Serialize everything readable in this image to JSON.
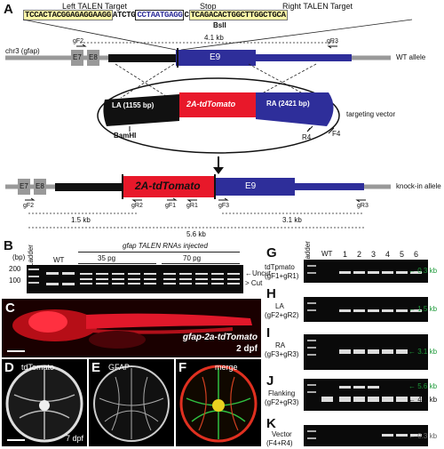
{
  "panelA": {
    "label": "A",
    "left_target_label": "Left TALEN Target",
    "stop_label": "Stop",
    "right_target_label": "Right TALEN Target",
    "seq_left": "TCCACTACGGAGAGGAAGG",
    "seq_mid1": "ATCTG",
    "seq_stop": "CCTAATGAGG",
    "seq_mid2": "C",
    "seq_right": "TCAGACACTGGCTTGGCTGCA",
    "enzyme1": "BsII",
    "chr_label": "chr3 (gfap)",
    "dist_wt": "4.1 kb",
    "primer_gF2": "gF2",
    "primer_gR3": "gR3",
    "exon7": "E7",
    "exon8": "E8",
    "exon9": "E9",
    "wt_allele": "WT allele",
    "la": "LA (1155 bp)",
    "cassette": "2A-tdTomato",
    "ra": "RA (2421 bp)",
    "enzyme2": "BamHI",
    "primer_R4": "R4",
    "primer_F4": "F4",
    "targeting_vector": "targeting vector",
    "ki_allele": "knock-in allele",
    "primer_gR2": "gR2",
    "primer_gF1": "gF1",
    "primer_gR1": "gR1",
    "primer_gF3": "gF3",
    "dist_left": "1.5 kb",
    "dist_right": "3.1 kb",
    "dist_total": "5.6 kb"
  },
  "panelB": {
    "label": "B",
    "ladder": "Ladder",
    "bp": "(bp)",
    "tick200": "200",
    "tick100": "100",
    "wt": "WT",
    "group_title": "gfap TALEN RNAs injected",
    "dose1": "35 pg",
    "dose2": "70 pg",
    "uncut": "Uncut",
    "cut": "Cut"
  },
  "panelC": {
    "label": "C",
    "caption1": "gfap-2a-tdTomato",
    "caption2": "2 dpf"
  },
  "panelD": {
    "label": "D",
    "title": "tdTomato",
    "age": "7 dpf"
  },
  "panelE": {
    "label": "E",
    "title": "GFAP"
  },
  "panelF": {
    "label": "F",
    "title": "merge"
  },
  "gels": {
    "ladder": "Ladder",
    "wt": "WT",
    "lanes": [
      "1",
      "2",
      "3",
      "4",
      "5",
      "6"
    ],
    "G": {
      "label": "G",
      "name1": "tdTpmato",
      "name2": "(gF1+gR1)",
      "band": "0.3 kb"
    },
    "H": {
      "label": "H",
      "name1": "LA",
      "name2": "(gF2+gR2)",
      "band": "1.5 kb"
    },
    "I": {
      "label": "I",
      "name1": "RA",
      "name2": "(gF3+gR3)",
      "band": "3.1 kb"
    },
    "J": {
      "label": "J",
      "name1": "Flanking",
      "name2": "(gF2+gR3)",
      "band1": "5.6 kb",
      "band2": "4.1 kb"
    },
    "K": {
      "label": "K",
      "name1": "Vector",
      "name2": "(F4+R4)",
      "band": "0.3 kb"
    }
  },
  "colors": {
    "red": "#e8182a",
    "blue": "#2e2e9a",
    "green": "#1e9a3a",
    "seqbox": "#fff9a8"
  }
}
